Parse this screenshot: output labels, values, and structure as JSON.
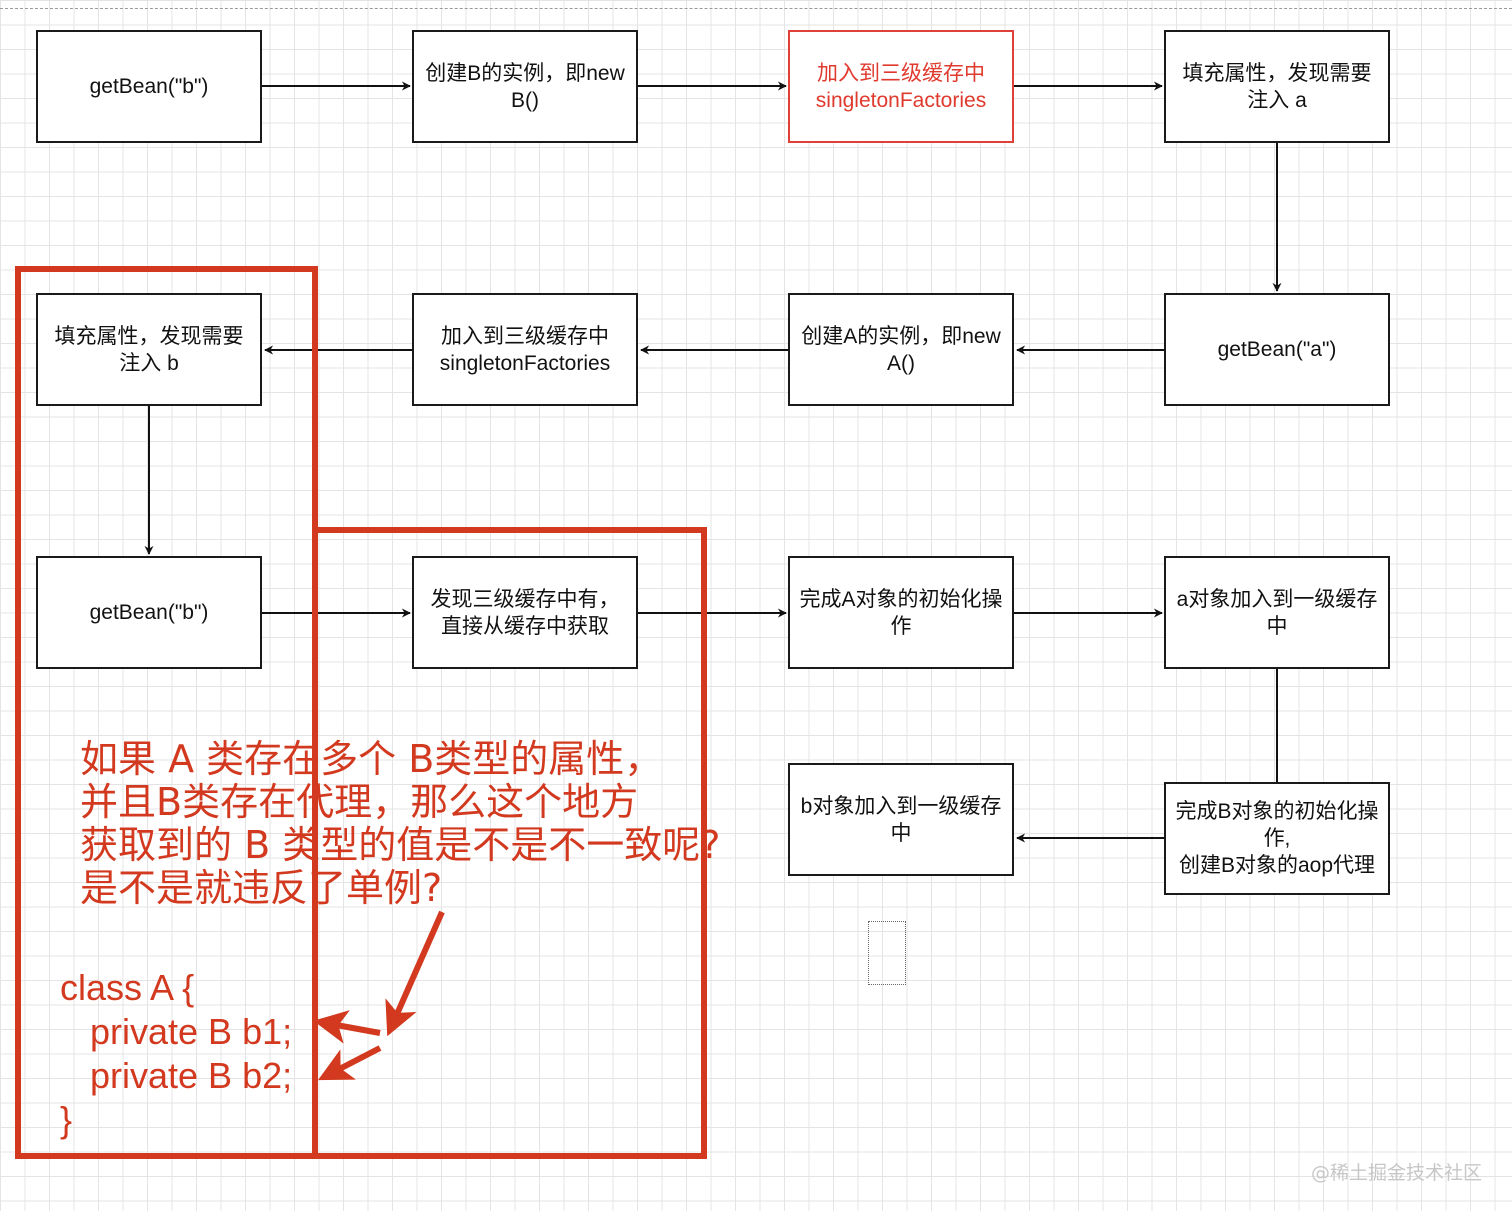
{
  "colors": {
    "accent_red": "#d2391f",
    "node_border": "#1a1a1a",
    "grid": "#e4e4e4"
  },
  "nodes": {
    "r1c1": "getBean(\"b\")",
    "r1c2": "创建B的实例，即new\nB()",
    "r1c3": "加入到三级缓存中\nsingletonFactories",
    "r1c4": "填充属性，发现需要\n注入 a",
    "r2c1": "填充属性，发现需要\n注入 b",
    "r2c2": "加入到三级缓存中\nsingletonFactories",
    "r2c3": "创建A的实例，即new\nA()",
    "r2c4": "getBean(\"a\")",
    "r3c1": "getBean(\"b\")",
    "r3c2": "发现三级缓存中有，\n直接从缓存中获取",
    "r3c3": "完成A对象的初始化操\n作",
    "r3c4": "a对象加入到一级缓存\n中",
    "r4c3": "b对象加入到一级缓存\n中",
    "r4c4": "完成B对象的初始化操\n作,\n创建B对象的aop代理"
  },
  "annotation": {
    "question": "如果 A 类存在多个 B类型的属性，\n并且B类存在代理，那么这个地方\n获取到的 B 类型的值是不是不一致呢?\n是不是就违反了单例?",
    "code": "class A {\n   private B b1;\n   private B b2;\n}"
  },
  "watermark": "@稀土掘金技术社区"
}
